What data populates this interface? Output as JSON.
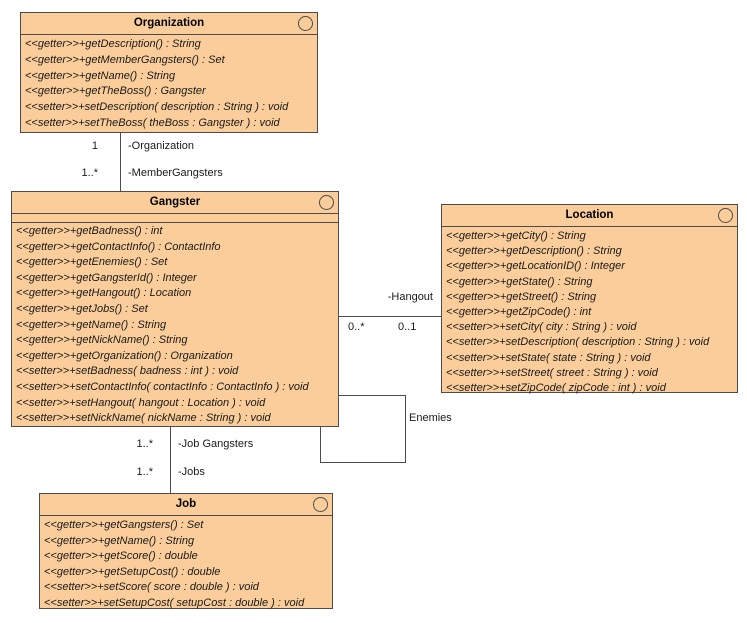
{
  "style": {
    "box_fill": "#FACD9B",
    "box_border": "#4c4c4c",
    "line_color": "#4c4c4c",
    "title_color": "#000000",
    "text_color": "#1a1a1a"
  },
  "classes": [
    {
      "name": "Organization",
      "methods": [
        "<<getter>>+getDescription() : String",
        "<<getter>>+getMemberGangsters() : Set",
        "<<getter>>+getName() : String",
        "<<getter>>+getTheBoss() : Gangster",
        "<<setter>>+setDescription( description : String ) : void",
        "<<setter>>+setTheBoss( theBoss : Gangster ) : void"
      ]
    },
    {
      "name": "Gangster",
      "methods": [
        "<<getter>>+getBadness() : int",
        "<<getter>>+getContactInfo() : ContactInfo",
        "<<getter>>+getEnemies() : Set",
        "<<getter>>+getGangsterId() : Integer",
        "<<getter>>+getHangout() : Location",
        "<<getter>>+getJobs() : Set",
        "<<getter>>+getName() : String",
        "<<getter>>+getNickName() : String",
        "<<getter>>+getOrganization() : Organization",
        "<<setter>>+setBadness( badness : int ) : void",
        "<<setter>>+setContactInfo( contactInfo : ContactInfo ) : void",
        "<<setter>>+setHangout( hangout : Location ) : void",
        "<<setter>>+setNickName( nickName : String ) : void"
      ]
    },
    {
      "name": "Location",
      "methods": [
        "<<getter>>+getCity() : String",
        "<<getter>>+getDescription() : String",
        "<<getter>>+getLocationID() : Integer",
        "<<getter>>+getState() : String",
        "<<getter>>+getStreet() : String",
        "<<getter>>+getZipCode() : int",
        "<<setter>>+setCity( city : String ) : void",
        "<<setter>>+setDescription( description : String ) : void",
        "<<setter>>+setState( state : String ) : void",
        "<<setter>>+setStreet( street : String ) : void",
        "<<setter>>+setZipCode( zipCode : int ) : void"
      ]
    },
    {
      "name": "Job",
      "methods": [
        "<<getter>>+getGangsters() : Set",
        "<<getter>>+getName() : String",
        "<<getter>>+getScore() : double",
        "<<getter>>+getSetupCost() : double",
        "<<setter>>+setScore( score : double ) : void",
        "<<setter>>+setSetupCost( setupCost : double ) : void"
      ]
    }
  ],
  "associations": {
    "organization_gangster": {
      "multiplicity_organization": "1",
      "role_organization": "-Organization",
      "multiplicity_gangster": "1..*",
      "role_gangster": "-MemberGangsters"
    },
    "gangster_location": {
      "role": "-Hangout",
      "multiplicity_gangster": "0..*",
      "multiplicity_location": "0..1"
    },
    "gangster_enemies": {
      "label": "Enemies"
    },
    "gangster_job": {
      "multiplicity_gangster": "1..*",
      "role_gangster": "-Job Gangsters",
      "multiplicity_job": "1..*",
      "role_job": "-Jobs"
    }
  }
}
